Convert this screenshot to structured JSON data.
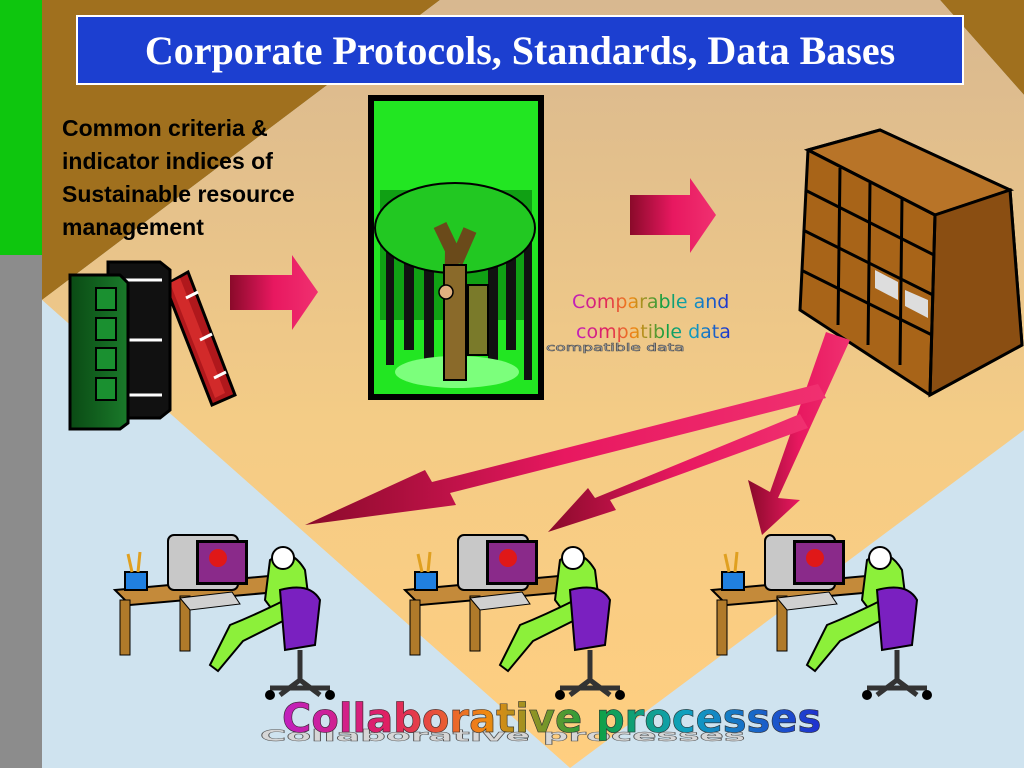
{
  "title": "Corporate Protocols, Standards, Data Bases",
  "criteria_lines": [
    "Common criteria &",
    "indicator indices of",
    "Sustainable resource",
    "management"
  ],
  "data_label_lines": [
    "Comparable and",
    "compatible data"
  ],
  "footer_label": "Collaborative processes",
  "colors": {
    "title_bg": "#1c3fd0",
    "left_green_bar": "#0ec60e",
    "left_grey_bar": "#8c8c8c",
    "brown_background": "#a0701e",
    "arrow": "#d8104e"
  },
  "icons": [
    "books-icon",
    "forest-icon",
    "filing-shelf-icon",
    "computer-user-icon"
  ]
}
